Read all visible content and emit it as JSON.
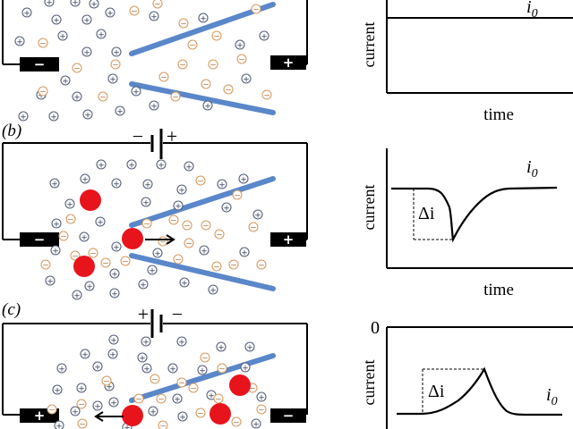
{
  "panels": [
    {
      "id": "a",
      "letter": "",
      "pol_left": "",
      "pol_right": "",
      "electrode_left": "−",
      "electrode_right": "+",
      "plot": {
        "ylabel": "current",
        "xlabel": "time",
        "curve_label": "i",
        "curve_sub": "0",
        "delta_label": "",
        "zero_label": ""
      }
    },
    {
      "id": "b",
      "letter": "(b)",
      "pol_left": "−",
      "pol_right": "+",
      "electrode_left": "−",
      "electrode_right": "+",
      "plot": {
        "ylabel": "current",
        "xlabel": "time",
        "curve_label": "i",
        "curve_sub": "0",
        "delta_label": "Δi",
        "zero_label": ""
      }
    },
    {
      "id": "c",
      "letter": "(c)",
      "pol_left": "+",
      "pol_right": "−",
      "electrode_left": "+",
      "electrode_right": "−",
      "plot": {
        "ylabel": "current",
        "xlabel": "",
        "curve_label": "i",
        "curve_sub": "0",
        "delta_label": "Δi",
        "zero_label": "0"
      }
    }
  ],
  "ion_symbols": {
    "positive": "+",
    "negative": "−"
  },
  "colors": {
    "nanopore": "#5a87c9",
    "nanopore_edge": "#3c66a8",
    "particle": "#e8141c",
    "cation_ring": "#55607a",
    "anion_ring": "#d79a62",
    "wire": "#000000"
  }
}
